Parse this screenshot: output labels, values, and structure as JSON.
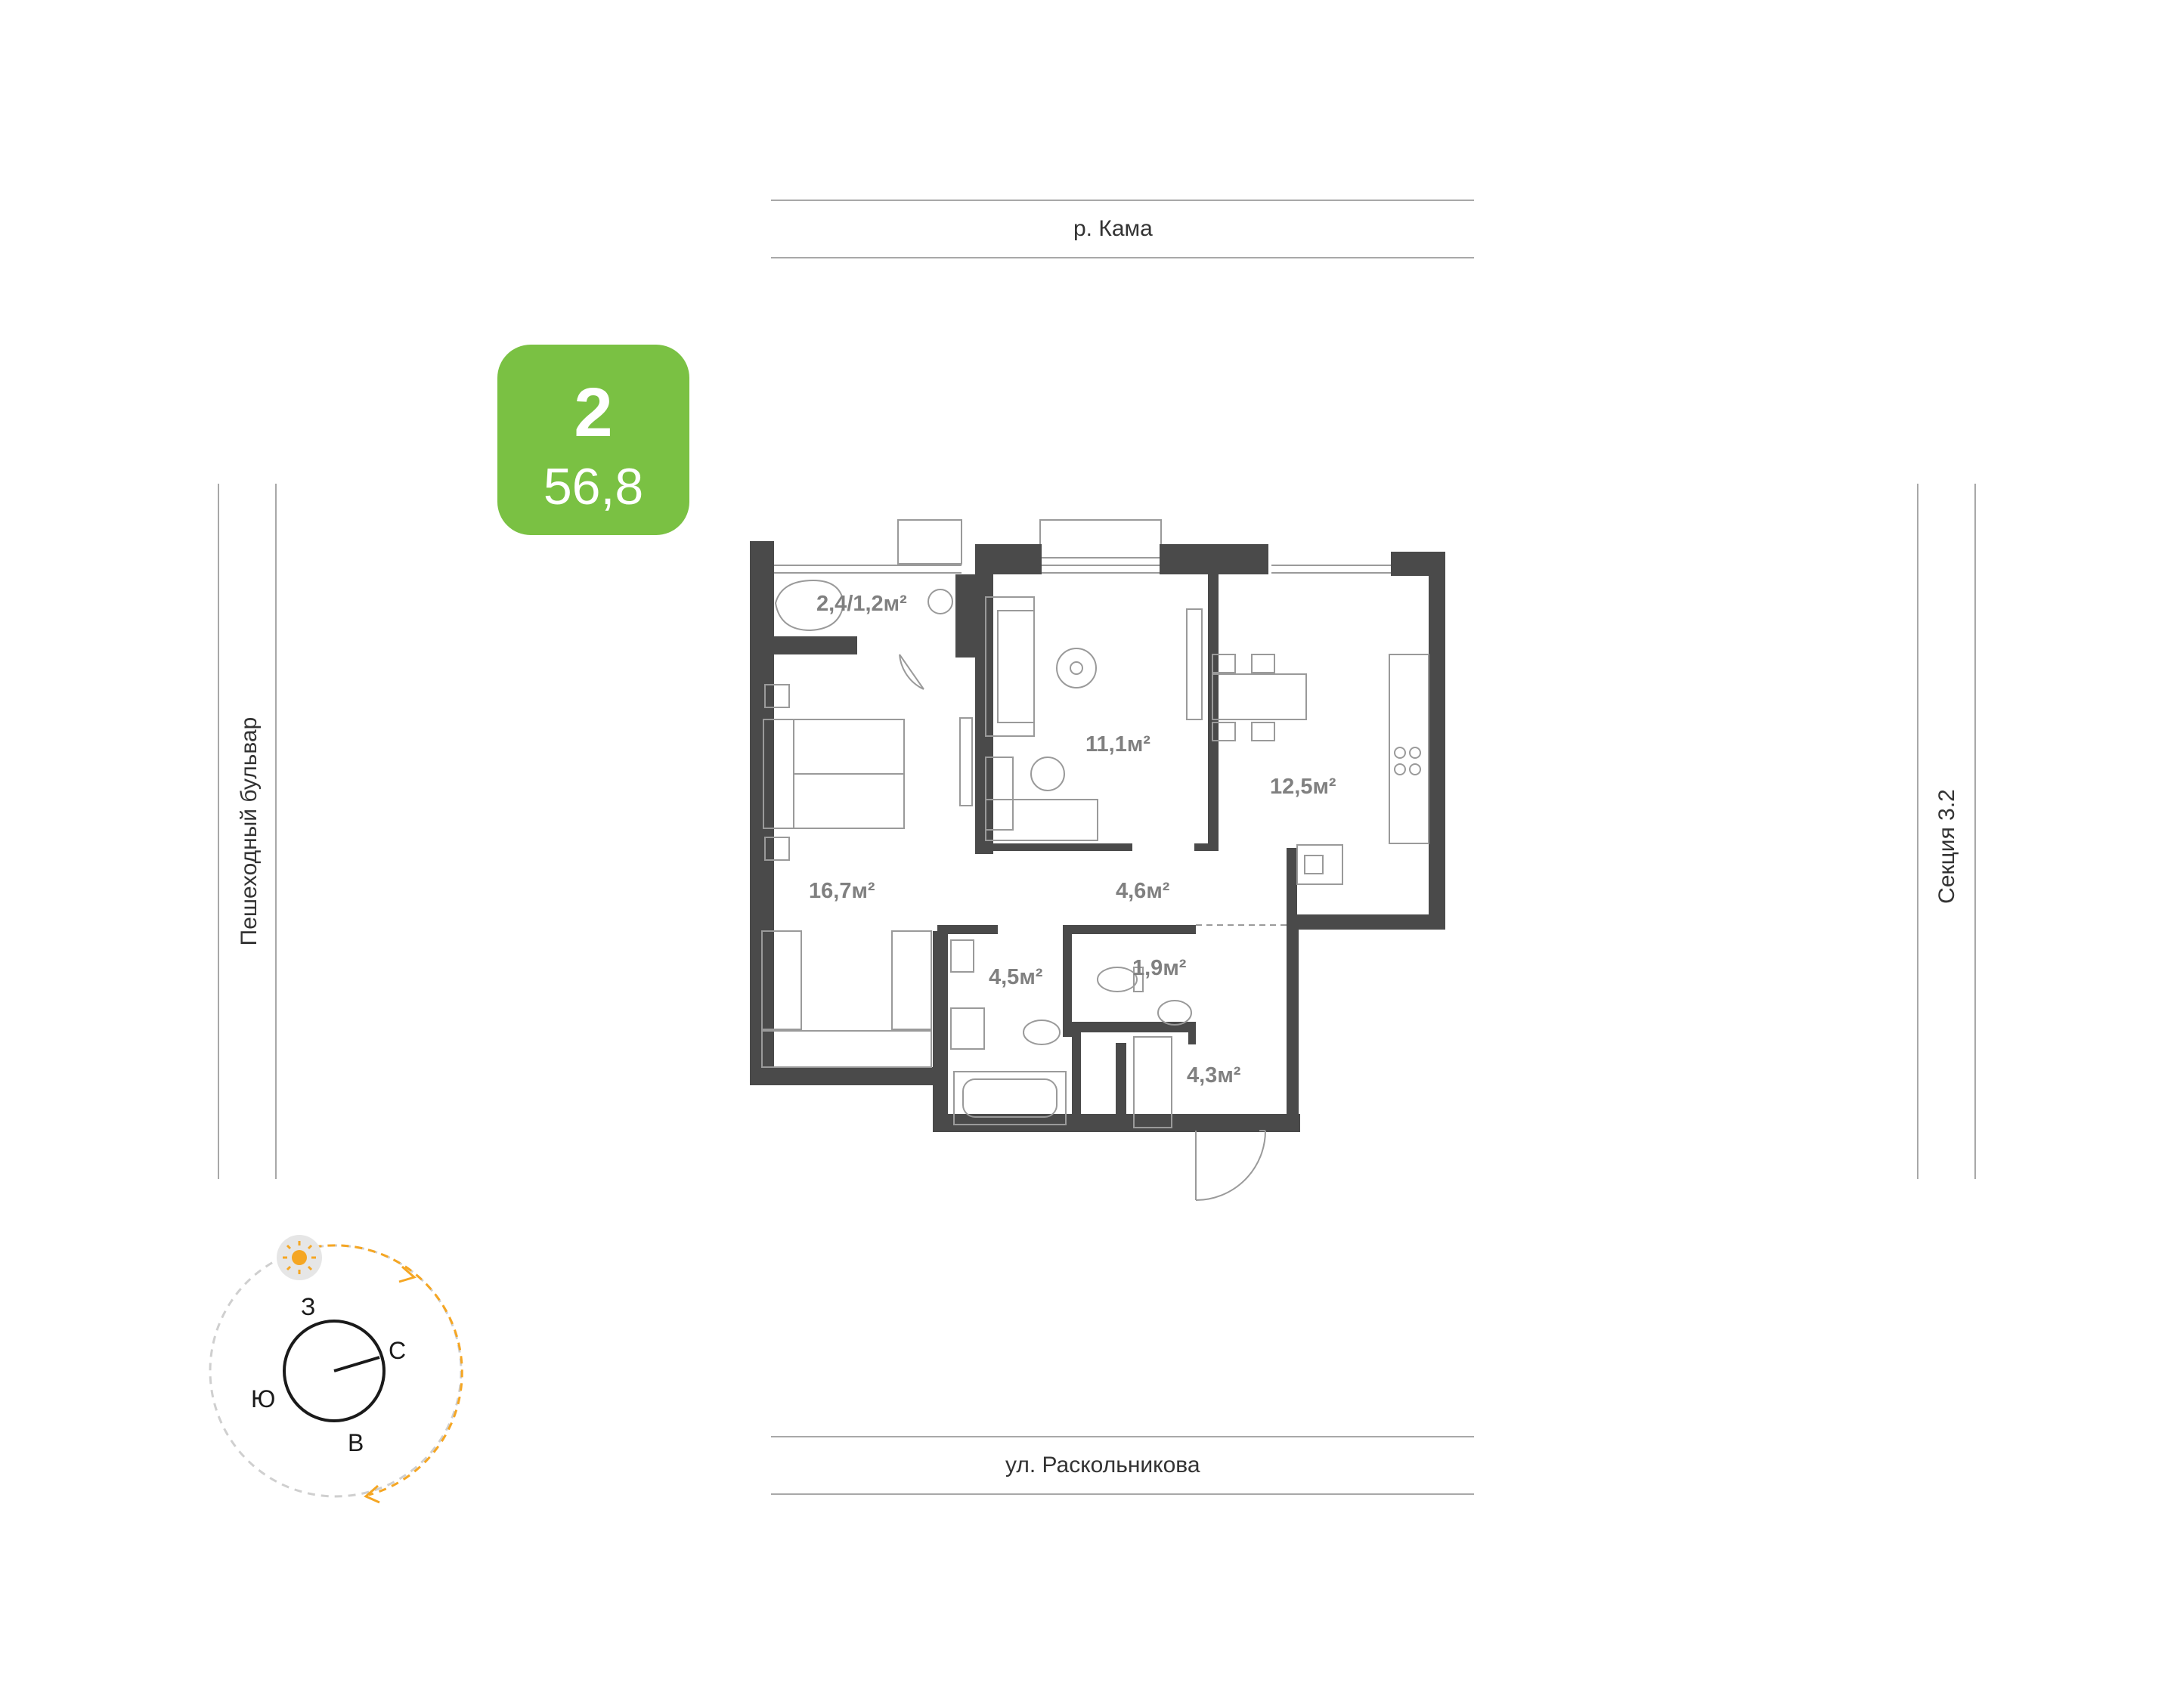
{
  "badge": {
    "rooms": "2",
    "area": "56,8"
  },
  "streets": {
    "top": "р. Кама",
    "bottom": "ул. Раскольникова",
    "left": "Пешеходный бульвар",
    "right": "Секция 3.2"
  },
  "rooms": {
    "balcony": "2,4/1,2м²",
    "living": "11,1м²",
    "kitchen": "12,5м²",
    "bedroom": "16,7м²",
    "hall": "4,6м²",
    "bathroom": "4,5м²",
    "toilet": "1,9м²",
    "entrance": "4,3м²"
  },
  "compass": {
    "north": "С",
    "south": "Ю",
    "east": "В",
    "west": "З"
  },
  "colors": {
    "accent": "#7ac143",
    "wall": "#4a4a4a",
    "sun_path": "#f5a623",
    "guide_line": "#a8a8a8"
  }
}
